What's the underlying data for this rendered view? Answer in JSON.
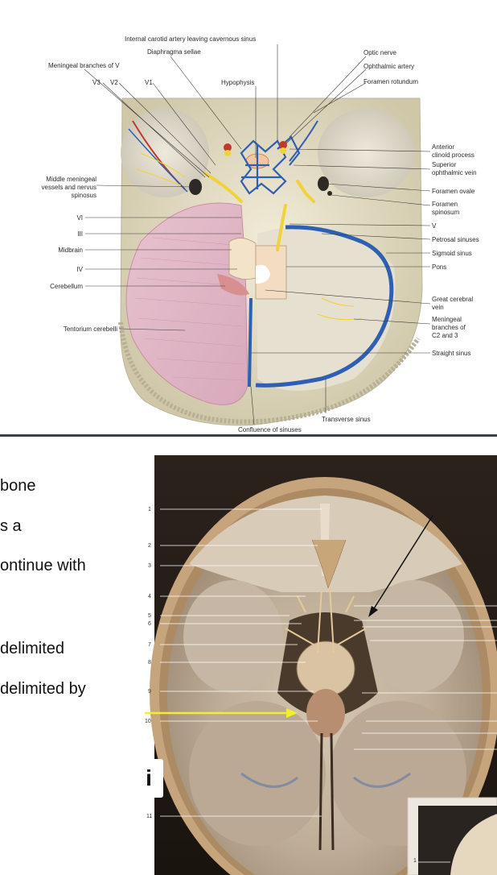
{
  "top_figure": {
    "labels_top": [
      "Internal carotid artery leaving cavernous sinus",
      "Diaphragma sellae",
      "Meningeal branches of V",
      "V3",
      "V2",
      "V1",
      "Hypophysis",
      "Optic nerve",
      "Ophthalmic artery",
      "Foramen rotundum"
    ],
    "labels_left": [
      "Middle meningeal",
      "vessels and nervus",
      "spinosus",
      "VI",
      "III",
      "Midbrain",
      "IV",
      "Cerebellum",
      "Tentorium cerebelli"
    ],
    "labels_right": [
      "Anterior",
      "clinoid process",
      "Superior",
      "ophthalmic vein",
      "Foramen ovale",
      "Foramen",
      "spinosum",
      "V",
      "Petrosal sinuses",
      "Sigmoid sinus",
      "Pons",
      "Great cerebral",
      "vein",
      "Meningeal",
      "branches of",
      "C2 and 3",
      "Straight sinus"
    ],
    "labels_bottom": [
      "Transverse sinus",
      "Confluence of sinuses"
    ]
  },
  "slide_text": [
    "bone",
    "s a",
    "ontinue with",
    "delimited",
    "delimited by"
  ],
  "photo_numbers": [
    "1",
    "2",
    "3",
    "4",
    "5",
    "6",
    "7",
    "8",
    "9",
    "10",
    "11",
    "1"
  ],
  "badge": "i",
  "colors": {
    "divider": "#3b3f47",
    "arrow_yellow": "#f2ee2a",
    "vein_blue": "#2f5fb3",
    "nerve_yellow": "#f0d23a",
    "artery_red": "#c0392b"
  }
}
